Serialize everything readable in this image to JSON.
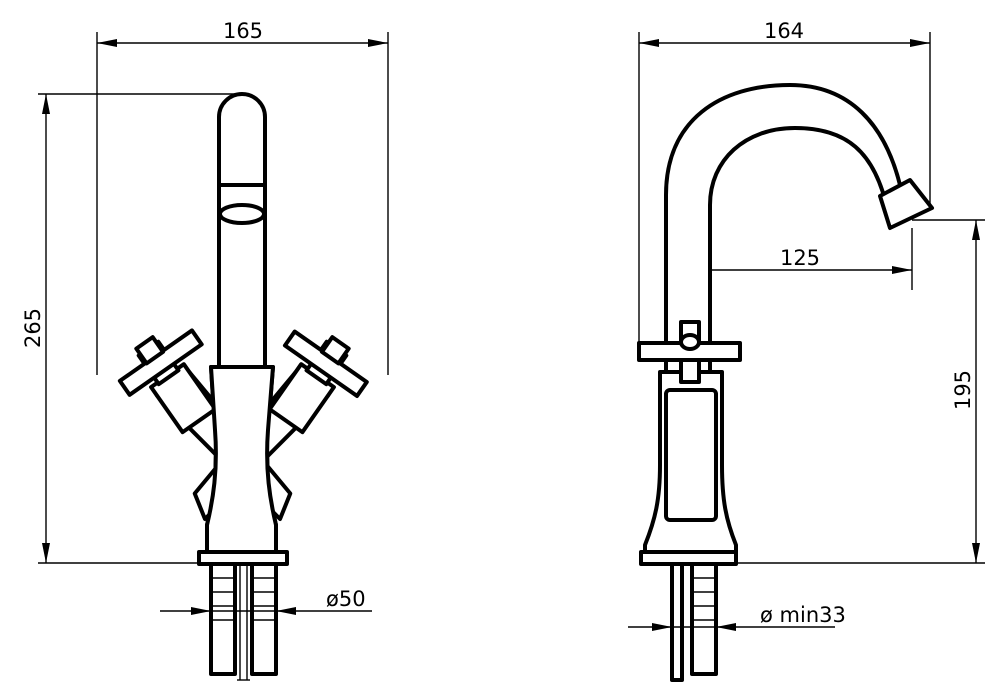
{
  "front_view": {
    "width_label": "165",
    "height_label": "265",
    "base_diameter_label": "ø50"
  },
  "side_view": {
    "width_label": "164",
    "reach_label": "125",
    "spout_height_label": "195",
    "hole_diameter_label": "ø min33"
  },
  "colors": {
    "line": "#000000",
    "background": "#ffffff"
  }
}
